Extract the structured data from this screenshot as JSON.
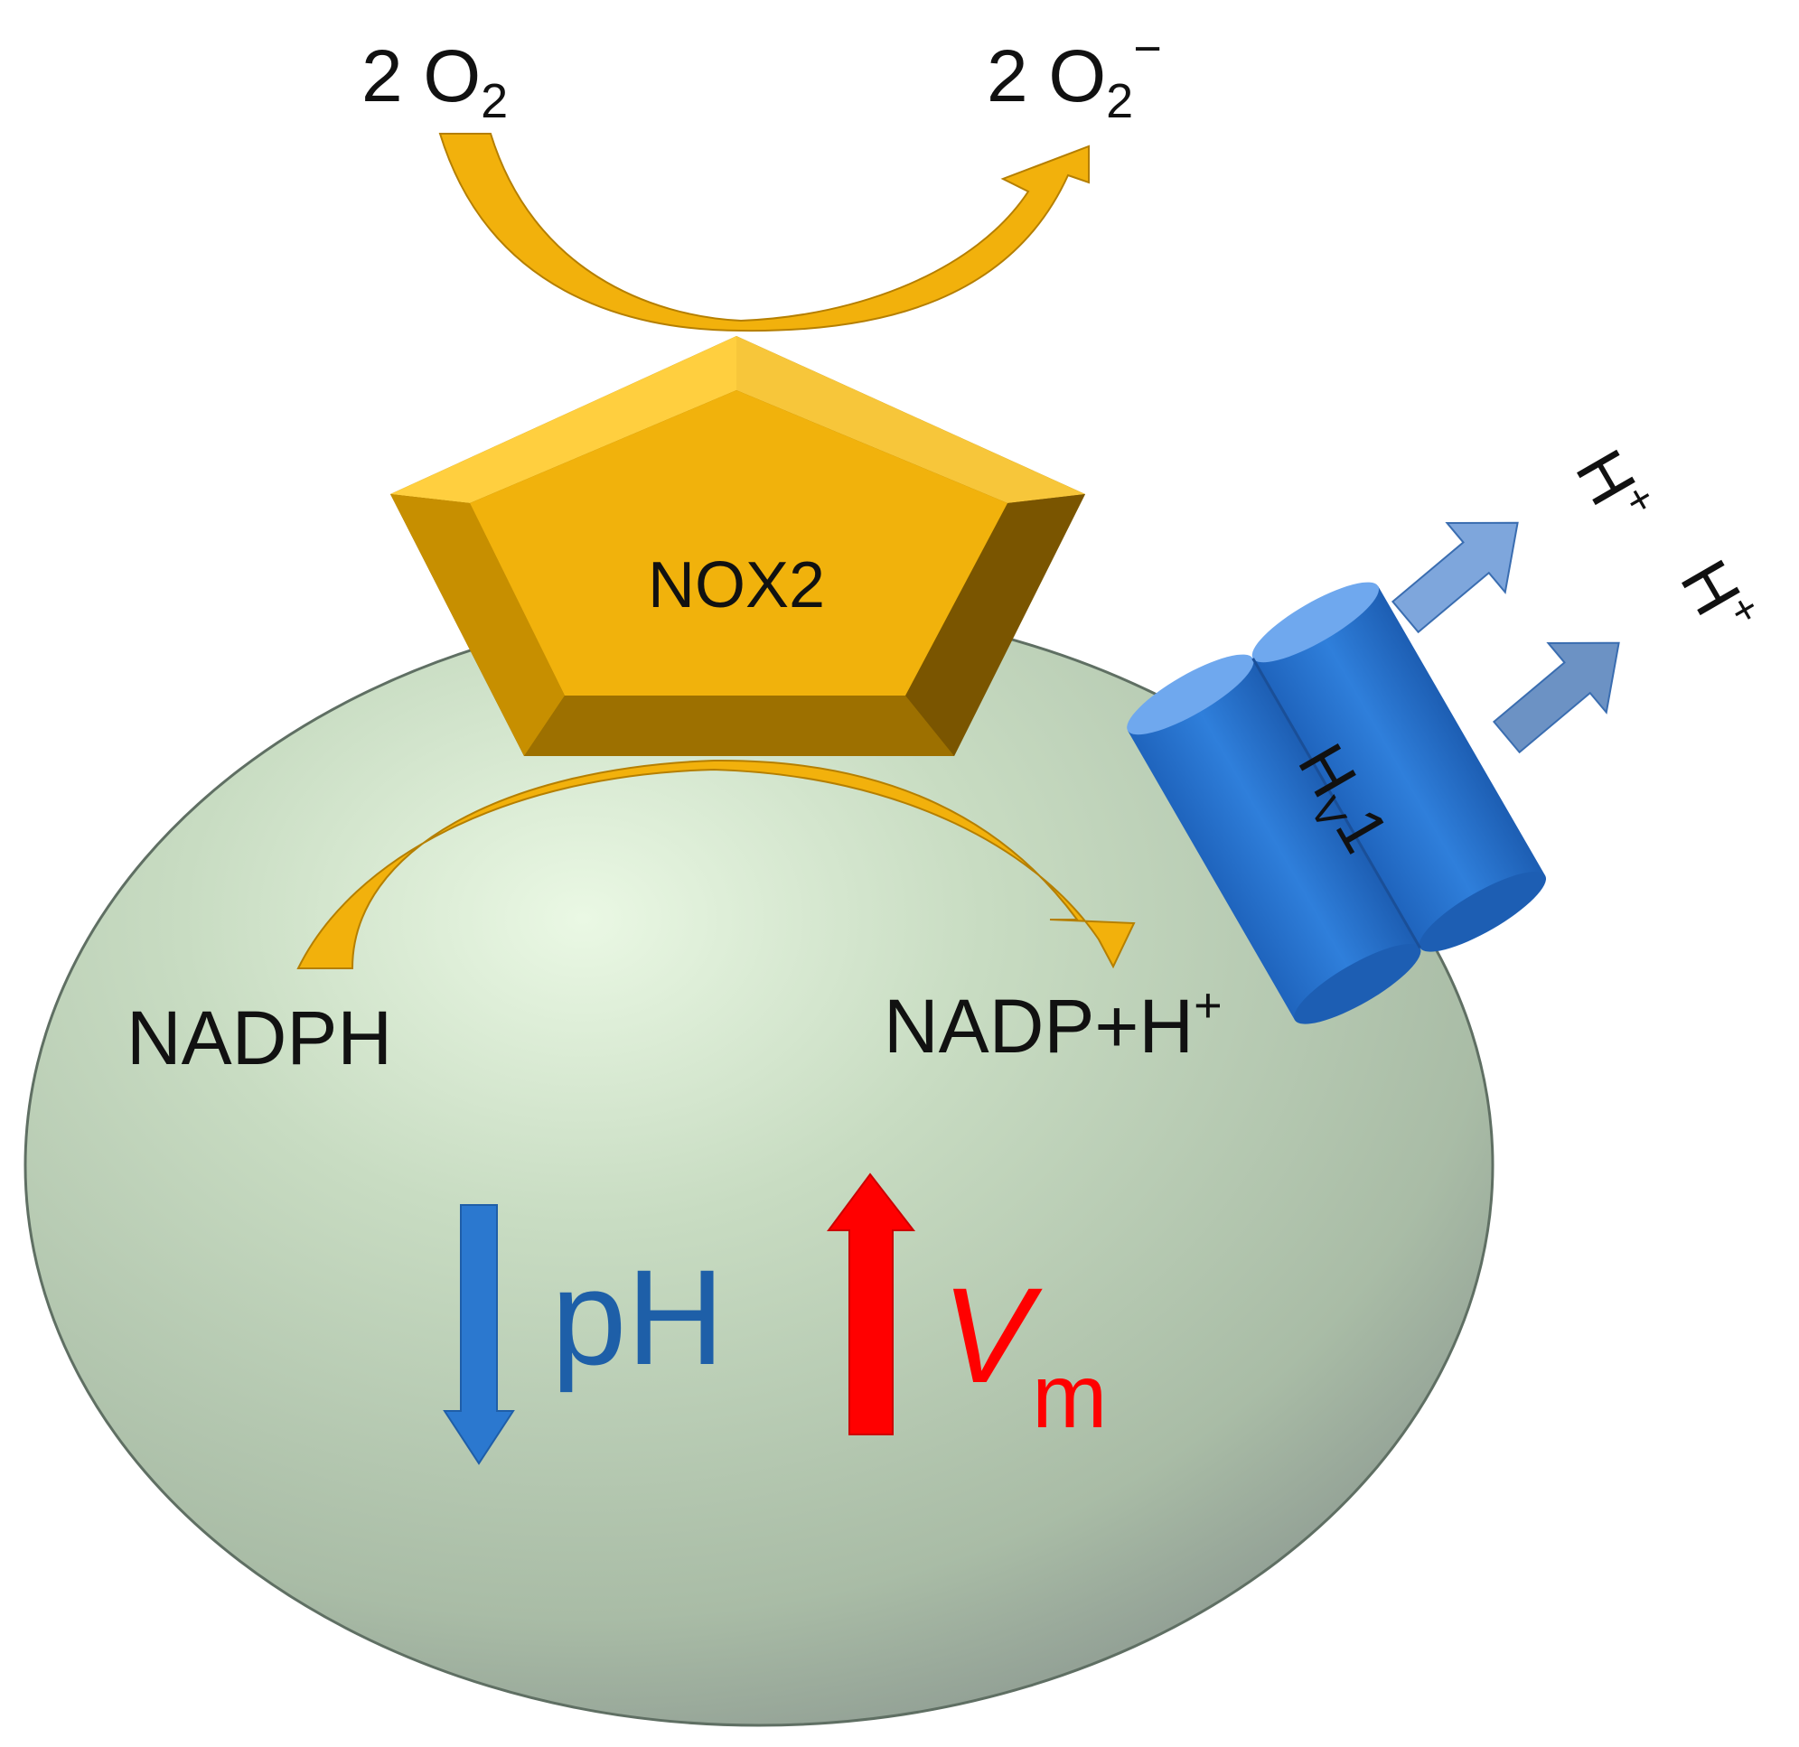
{
  "labels": {
    "oxygen_in": {
      "coef": "2 O",
      "sub": "2"
    },
    "superoxide_out": {
      "coef": "2 O",
      "sub": "2",
      "sup": "−"
    },
    "enzyme": "NOX2",
    "substrate": "NADPH",
    "product": {
      "main": "NADP+H",
      "sup": "+"
    },
    "channel": {
      "main": "H",
      "sub": "V",
      "num": "1"
    },
    "proton_1": {
      "main": "H",
      "sup": "+"
    },
    "proton_2": {
      "main": "H",
      "sup": "+"
    },
    "ph": "pH",
    "vm": {
      "main": "V",
      "sub": "m"
    }
  },
  "colors": {
    "cell_fill": "#b3c9ad",
    "cell_highlight": "#e4f4de",
    "cell_edge": "#5f6f63",
    "enzyme": "#f1b20c",
    "enzyme_dark": "#8c6400",
    "reaction_arrow": "#f2b10c",
    "channel": "#2a74d2",
    "proton_arrow": "#7ea6dc",
    "ph_arrow": "#2b78cf",
    "ph_text": "#1e5fa8",
    "vm_arrow": "#ff0000",
    "vm_text": "#ff0000"
  },
  "icons": {
    "ph_arrow": "down-arrow-icon",
    "vm_arrow": "up-arrow-icon",
    "proton_arrow": "right-arrow-icon"
  }
}
